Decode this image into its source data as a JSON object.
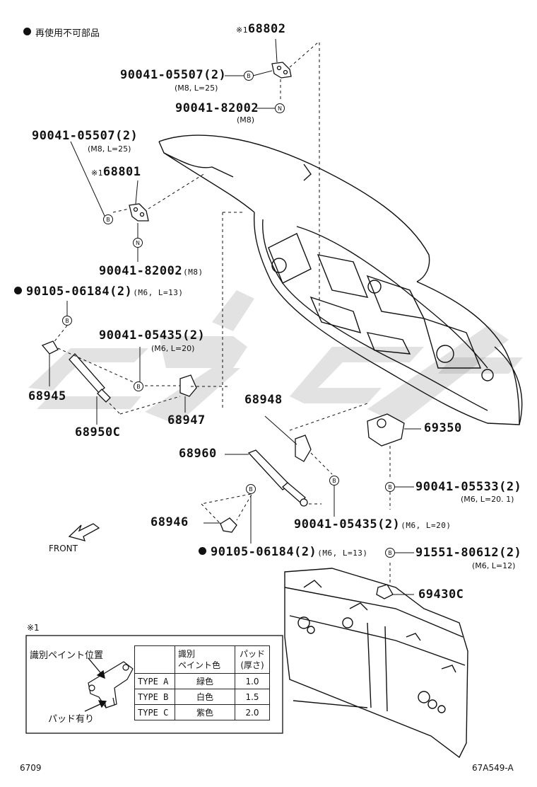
{
  "legend": {
    "bullet_note": "再使用不可部品"
  },
  "watermark": "CJ/SC",
  "parts": [
    {
      "id": "p68802",
      "prefix": "※1",
      "number": "68802"
    },
    {
      "id": "p6880201",
      "number": "90041-05507(2)",
      "spec": "(M8, L=25)"
    },
    {
      "id": "p6880202",
      "number": "90041-82002",
      "spec": "(M8)"
    },
    {
      "id": "p6880101",
      "number": "90041-05507(2)",
      "spec": "(M8, L=25)"
    },
    {
      "id": "p68801",
      "prefix": "※1",
      "number": "68801"
    },
    {
      "id": "p6880102",
      "number": "90041-82002",
      "spec": "(M8)"
    },
    {
      "id": "p9010501",
      "number": "90105-06184(2)",
      "spec": "(M6, L=13)",
      "bullet": true
    },
    {
      "id": "p9004154",
      "number": "90041-05435(2)",
      "spec": "(M6, L=20)"
    },
    {
      "id": "p68945",
      "number": "68945"
    },
    {
      "id": "p68950c",
      "number": "68950C"
    },
    {
      "id": "p68947",
      "number": "68947"
    },
    {
      "id": "p68948",
      "number": "68948"
    },
    {
      "id": "p69350",
      "number": "69350"
    },
    {
      "id": "p68960",
      "number": "68960"
    },
    {
      "id": "p9004155",
      "number": "90041-05533(2)",
      "spec": "(M6, L=20. 1)"
    },
    {
      "id": "p68946",
      "number": "68946"
    },
    {
      "id": "p9004156",
      "number": "90041-05435(2)",
      "spec": "(M6, L=20)"
    },
    {
      "id": "p9010502",
      "number": "90105-06184(2)",
      "spec": "(M6, L=13)",
      "bullet": true
    },
    {
      "id": "p9155101",
      "number": "91551-80612(2)",
      "spec": "(M6, L=12)"
    },
    {
      "id": "p69430c",
      "number": "69430C"
    }
  ],
  "markers": {
    "bolt": "B",
    "nut": "N"
  },
  "front_label": "FRONT",
  "note_box": {
    "mark": "※1",
    "paint_position_label": "識別ペイント位置",
    "pad_label": "パッド有り",
    "header": [
      "",
      "識別\nペイント色",
      "パッド\n(厚さ)"
    ],
    "rows": [
      [
        "TYPE A",
        "緑色",
        "1.0"
      ],
      [
        "TYPE B",
        "白色",
        "1.5"
      ],
      [
        "TYPE C",
        "紫色",
        "2.0"
      ]
    ]
  },
  "footer": {
    "page_code": "6709",
    "figure_code": "67A549-A"
  }
}
